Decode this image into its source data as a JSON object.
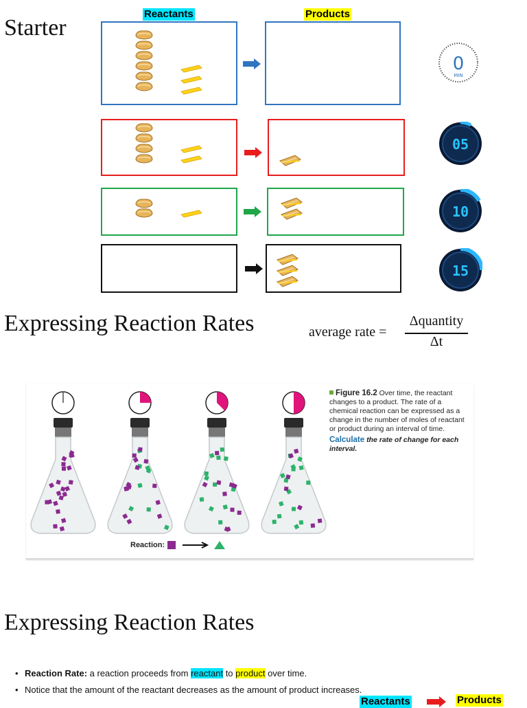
{
  "starter": {
    "title": "Starter",
    "reactants_header": "Reactants",
    "products_header": "Products",
    "colors": {
      "row1": "#2f75c0",
      "row2": "#e81c1c",
      "row3": "#1fa64a",
      "row4": "#111111",
      "reactants_highlight": "#00e5ff",
      "products_highlight": "#ffff00"
    },
    "timers": [
      "0",
      "05",
      "10",
      "15"
    ],
    "timer_unit": "MIN"
  },
  "section1": {
    "title": "Expressing Reaction Rates",
    "formula_lhs": "average rate =",
    "formula_num": "Δquantity",
    "formula_den": "Δt"
  },
  "figure": {
    "label": "Figure 16.2",
    "caption": "Over time, the reactant changes to a product. The rate of a chemical reaction can be expressed as a change in the number of moles of reactant or product during an interval of time.",
    "calc_word": "Calculate",
    "calc_rest": "the rate of change for each interval.",
    "reaction_label": "Reaction:",
    "clock_fractions": [
      0,
      0.25,
      0.375,
      0.5
    ],
    "colors": {
      "reactant": "#8b2a8f",
      "product": "#2db36b",
      "clock_fill": "#e0147a"
    }
  },
  "section2": {
    "title": "Expressing Reaction Rates",
    "bullet1_bold": "Reaction Rate:",
    "bullet1_pre": "a reaction proceeds from",
    "bullet1_reactant": "reactant",
    "bullet1_mid": "to",
    "bullet1_product": "product",
    "bullet1_post": "over time.",
    "bullet2": "Notice that the amount of the reactant decreases as the amount of product increases.",
    "footer_reactants": "Reactants",
    "footer_products": "Products"
  }
}
